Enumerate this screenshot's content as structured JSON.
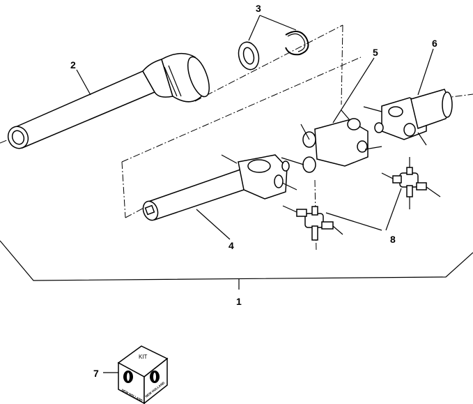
{
  "diagram": {
    "callouts": {
      "assembly": "1",
      "outer_tube": "2",
      "snap_rings": "3",
      "inner_tube": "4",
      "yoke": "5",
      "coupler_yoke": "6",
      "kit": "7",
      "cross_bearing": "8"
    },
    "kit_box": {
      "label": "KIT",
      "brand_left": "NEW HOLLAND",
      "brand_right": "NEW HOLLAND"
    },
    "colors": {
      "line": "#000000",
      "background": "#ffffff"
    }
  }
}
